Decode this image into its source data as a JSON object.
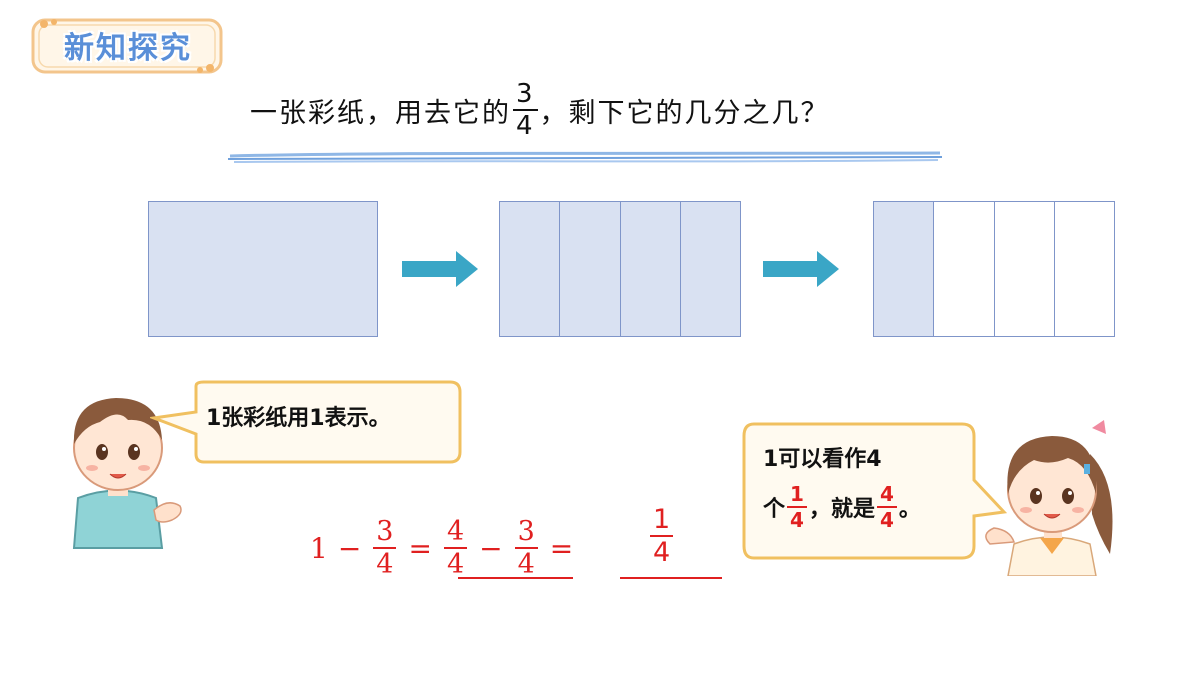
{
  "badge": {
    "label": "新知探究"
  },
  "question": {
    "before": "一张彩纸，用去它的",
    "fraction": {
      "numerator": "3",
      "denominator": "4"
    },
    "after": "，剩下它的几分之几？"
  },
  "diagram": {
    "parts": 4,
    "remaining_shaded_parts": 1,
    "fill_color": "#d9e1f2",
    "border_color": "#7f95c9",
    "arrow_color": "#3aa6c6"
  },
  "boy_bubble": {
    "text": "1张彩纸用1表示。"
  },
  "girl_bubble": {
    "line1": "1可以看作4",
    "line2_prefix": "个",
    "frac_a": {
      "numerator": "1",
      "denominator": "4"
    },
    "line2_middle": "，就是",
    "frac_b": {
      "numerator": "4",
      "denominator": "4"
    },
    "line2_suffix": "。"
  },
  "equation": {
    "term1": "1",
    "op1": "−",
    "frac1": {
      "numerator": "3",
      "denominator": "4"
    },
    "eq1": "=",
    "frac2": {
      "numerator": "4",
      "denominator": "4"
    },
    "op2": "−",
    "frac3": {
      "numerator": "3",
      "denominator": "4"
    },
    "eq2": "=",
    "answer": {
      "numerator": "1",
      "denominator": "4"
    }
  },
  "colors": {
    "accent_red": "#e02020",
    "badge_blue": "#5a8fd8",
    "bubble_border": "#f0c060"
  }
}
